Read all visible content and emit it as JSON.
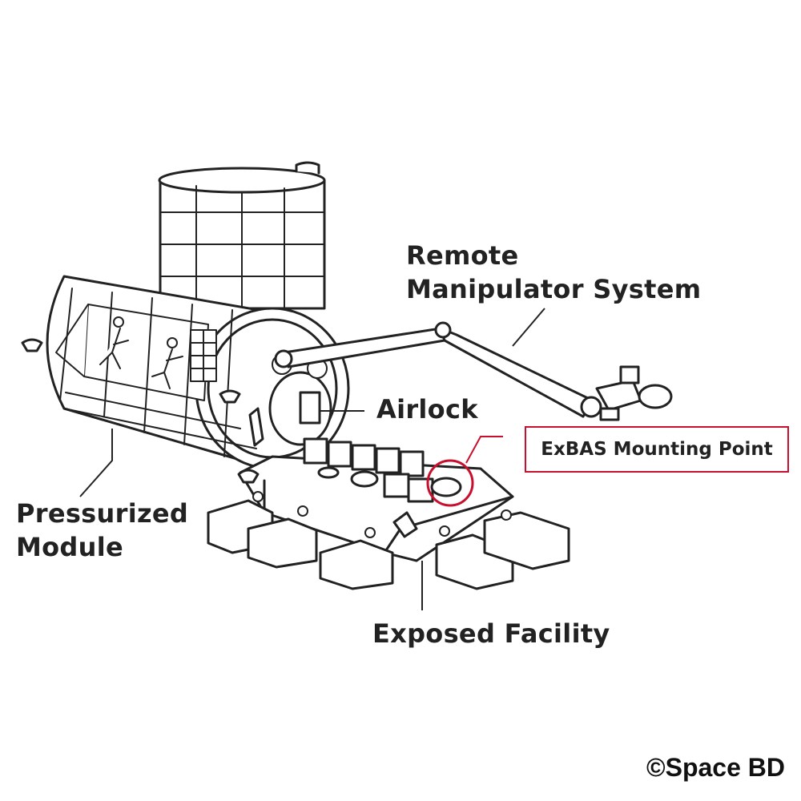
{
  "labels": {
    "rms_line1": "Remote",
    "rms_line2": "Manipulator System",
    "airlock": "Airlock",
    "exbas": "ExBAS Mounting Point",
    "pm_line1": "Pressurized",
    "pm_line2": "Module",
    "exposed": "Exposed Facility"
  },
  "credit": "©Space BD",
  "colors": {
    "callout_border": "#c8102e",
    "line": "#222222",
    "fill": "#ffffff"
  }
}
